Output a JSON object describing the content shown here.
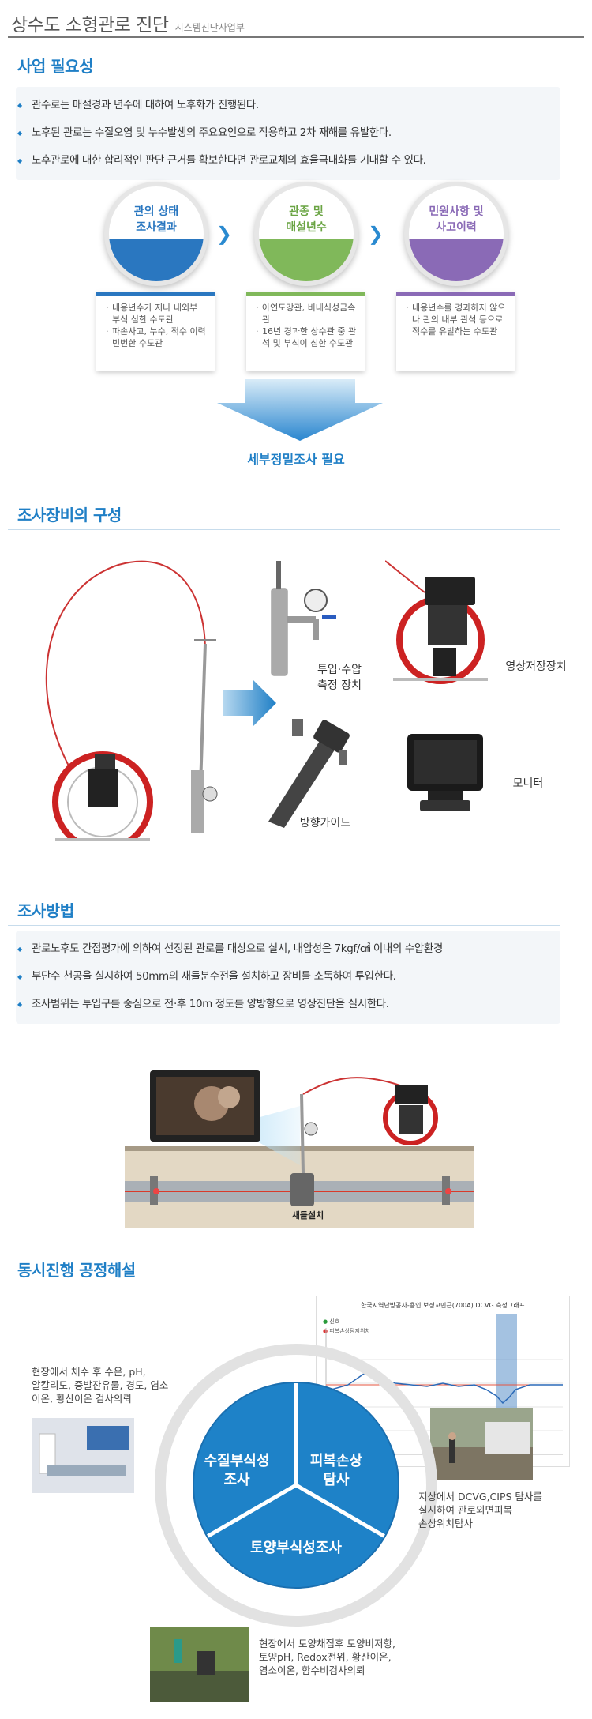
{
  "header": {
    "title": "상수도 소형관로 진단",
    "subtitle": "시스템진단사업부"
  },
  "colors": {
    "accent": "#1f7fc6",
    "blue": "#2a77c0",
    "green": "#80b85a",
    "purple": "#8a6ab6",
    "pie": "#1e82c8"
  },
  "section1": {
    "title": "사업 필요성",
    "bullets": [
      "관수로는 매설경과 년수에 대하여 노후화가 진행된다.",
      "노후된 관로는 수질오염 및 누수발생의 주요요인으로 작용하고 2차 재해를 유발한다.",
      "노후관로에 대한 합리적인 판단 근거를 확보한다면 관로교체의 효율극대화를 기대할 수 있다."
    ],
    "circles": [
      {
        "line1": "관의 상태",
        "line2": "조사결과"
      },
      {
        "line1": "관종 및",
        "line2": "매설년수"
      },
      {
        "line1": "민원사항 및",
        "line2": "사고이력"
      }
    ],
    "notes": [
      [
        "내용년수가 지나 내외부 부식 심한 수도관",
        "파손사고, 누수, 적수 이력 빈번한 수도관"
      ],
      [
        "아연도강관, 비내식성금속관",
        "16년 경과한 상수관 중 관석 및 부식이 심한 수도관"
      ],
      [
        "내용년수를 경과하지 않으나 관의 내부 관석 등으로 적수를 유발하는 수도관"
      ]
    ],
    "conclusion": "세부정밀조사 필요"
  },
  "section2": {
    "title": "조사장비의 구성",
    "labels": {
      "pressure": [
        "투입·수압",
        "측정 장치"
      ],
      "recorder": "영상저장장치",
      "guide": "방향가이드",
      "monitor": "모니터"
    }
  },
  "section3": {
    "title": "조사방법",
    "bullets": [
      "관로노후도 간접평가에 의하여 선정된 관로를 대상으로 실시, 내압성은 7kgf/㎠ 이내의 수압환경",
      "부단수 천공을 실시하여 50mm의 새들분수전을 설치하고 장비를 소독하여 투입한다.",
      "조사범위는 투입구를 중심으로 전·후 10m 정도를 양방향으로 영상진단을 실시한다."
    ],
    "diagram_label": "새들설치"
  },
  "section4": {
    "title": "동시진행 공정해설",
    "pie": [
      [
        "수질부식성",
        "조사"
      ],
      [
        "피복손상",
        "탐사"
      ],
      [
        "토양부식성조사"
      ]
    ],
    "desc_left": [
      "현장에서 채수 후 수온, pH,",
      "알칼리도, 증발잔유물, 경도, 염소",
      "이온, 황산이온 검사의뢰"
    ],
    "desc_right": [
      "지상에서 DCVG,CIPS 탐사를",
      "실시하여 관로외면피복",
      "손상위치탐사"
    ],
    "desc_bottom": [
      "현장에서 토양채집후 토양비저항,",
      "토양pH, Redox전위, 황산이온,",
      "염소이온, 함수비검사의뢰"
    ],
    "graph_title": "한국지역난방공사-용인 보정교민근(700A) DCVG 측정그래프",
    "graph_legend": [
      "신호",
      "피복손상탐지위치"
    ]
  }
}
